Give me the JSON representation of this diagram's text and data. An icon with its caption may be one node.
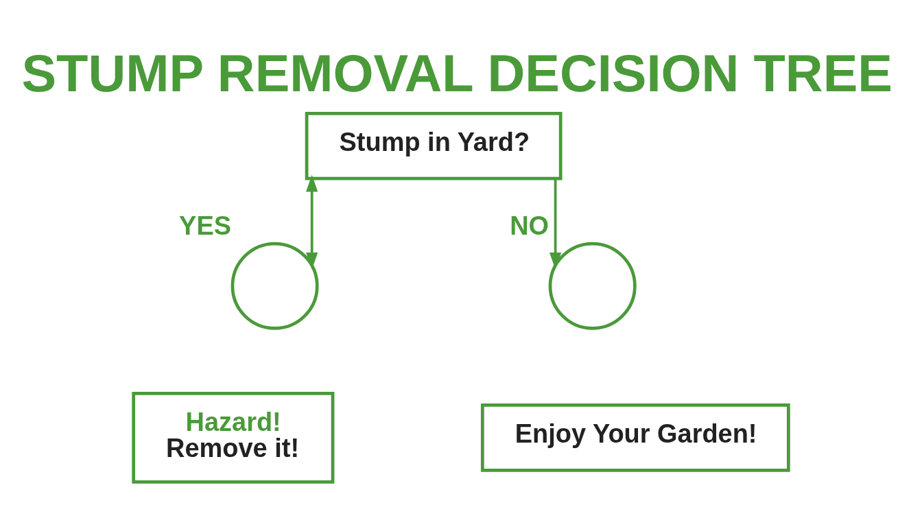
{
  "diagram": {
    "title": "STUMP REMOVAL DECISION TREE",
    "nodes": [
      {
        "text": [
          "Stump in Yard?"
        ]
      },
      {
        "text": [],
        "shape": "circle",
        "beside": [
          "YES"
        ]
      },
      {
        "text": [],
        "shape": "circle",
        "beside": [
          "NO"
        ]
      },
      {
        "text": [
          "Hazard!",
          "Remove it!"
        ]
      },
      {
        "text": [
          "Enjoy Your Garden!"
        ]
      }
    ],
    "edges": [
      {
        "from": 0,
        "to": 1,
        "arrow": "both"
      },
      {
        "from": 0,
        "to": 2,
        "arrow": "to"
      }
    ]
  }
}
